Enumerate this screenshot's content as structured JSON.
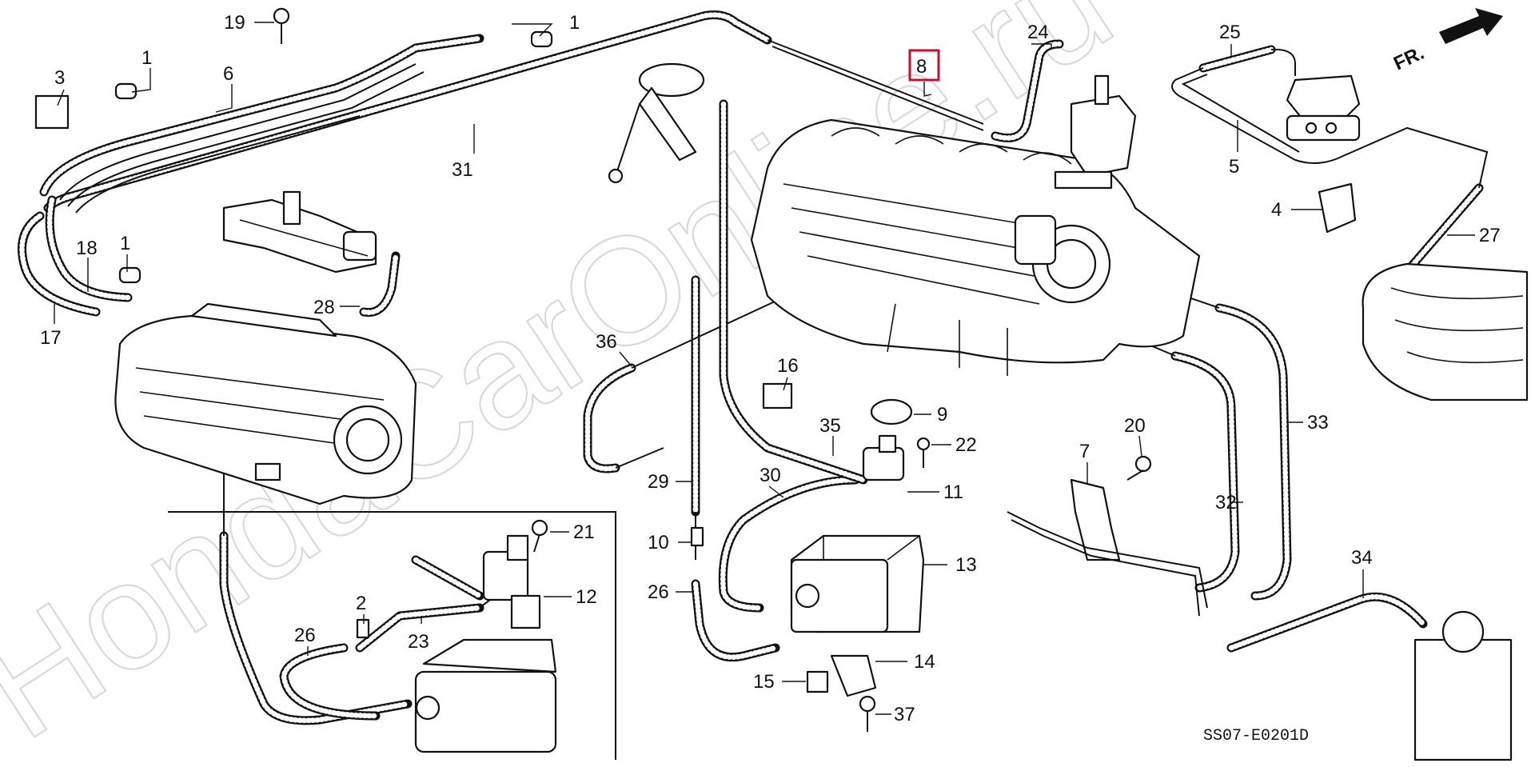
{
  "diagram": {
    "watermark": "HondaCarOnline.ru",
    "diagram_code": "SS07-E0201D",
    "direction_label": "FR.",
    "highlighted_part": "8",
    "callouts": [
      {
        "id": "c-1a",
        "label": "1"
      },
      {
        "id": "c-1b",
        "label": "1"
      },
      {
        "id": "c-1c",
        "label": "1"
      },
      {
        "id": "c-2",
        "label": "2"
      },
      {
        "id": "c-3",
        "label": "3"
      },
      {
        "id": "c-4",
        "label": "4"
      },
      {
        "id": "c-5",
        "label": "5"
      },
      {
        "id": "c-6",
        "label": "6"
      },
      {
        "id": "c-7",
        "label": "7"
      },
      {
        "id": "c-8",
        "label": "8"
      },
      {
        "id": "c-9",
        "label": "9"
      },
      {
        "id": "c-10",
        "label": "10"
      },
      {
        "id": "c-11",
        "label": "11"
      },
      {
        "id": "c-12",
        "label": "12"
      },
      {
        "id": "c-13",
        "label": "13"
      },
      {
        "id": "c-14",
        "label": "14"
      },
      {
        "id": "c-15",
        "label": "15"
      },
      {
        "id": "c-16",
        "label": "16"
      },
      {
        "id": "c-17",
        "label": "17"
      },
      {
        "id": "c-18",
        "label": "18"
      },
      {
        "id": "c-19",
        "label": "19"
      },
      {
        "id": "c-20",
        "label": "20"
      },
      {
        "id": "c-21",
        "label": "21"
      },
      {
        "id": "c-22",
        "label": "22"
      },
      {
        "id": "c-23",
        "label": "23"
      },
      {
        "id": "c-24",
        "label": "24"
      },
      {
        "id": "c-25",
        "label": "25"
      },
      {
        "id": "c-26a",
        "label": "26"
      },
      {
        "id": "c-26b",
        "label": "26"
      },
      {
        "id": "c-27",
        "label": "27"
      },
      {
        "id": "c-28",
        "label": "28"
      },
      {
        "id": "c-29",
        "label": "29"
      },
      {
        "id": "c-30",
        "label": "30"
      },
      {
        "id": "c-31",
        "label": "31"
      },
      {
        "id": "c-32",
        "label": "32"
      },
      {
        "id": "c-33",
        "label": "33"
      },
      {
        "id": "c-34",
        "label": "34"
      },
      {
        "id": "c-35",
        "label": "35"
      },
      {
        "id": "c-36",
        "label": "36"
      },
      {
        "id": "c-37",
        "label": "37"
      }
    ],
    "colors": {
      "highlight": "#c8102e",
      "line": "#111111",
      "watermark": "#d9d9d9"
    }
  }
}
